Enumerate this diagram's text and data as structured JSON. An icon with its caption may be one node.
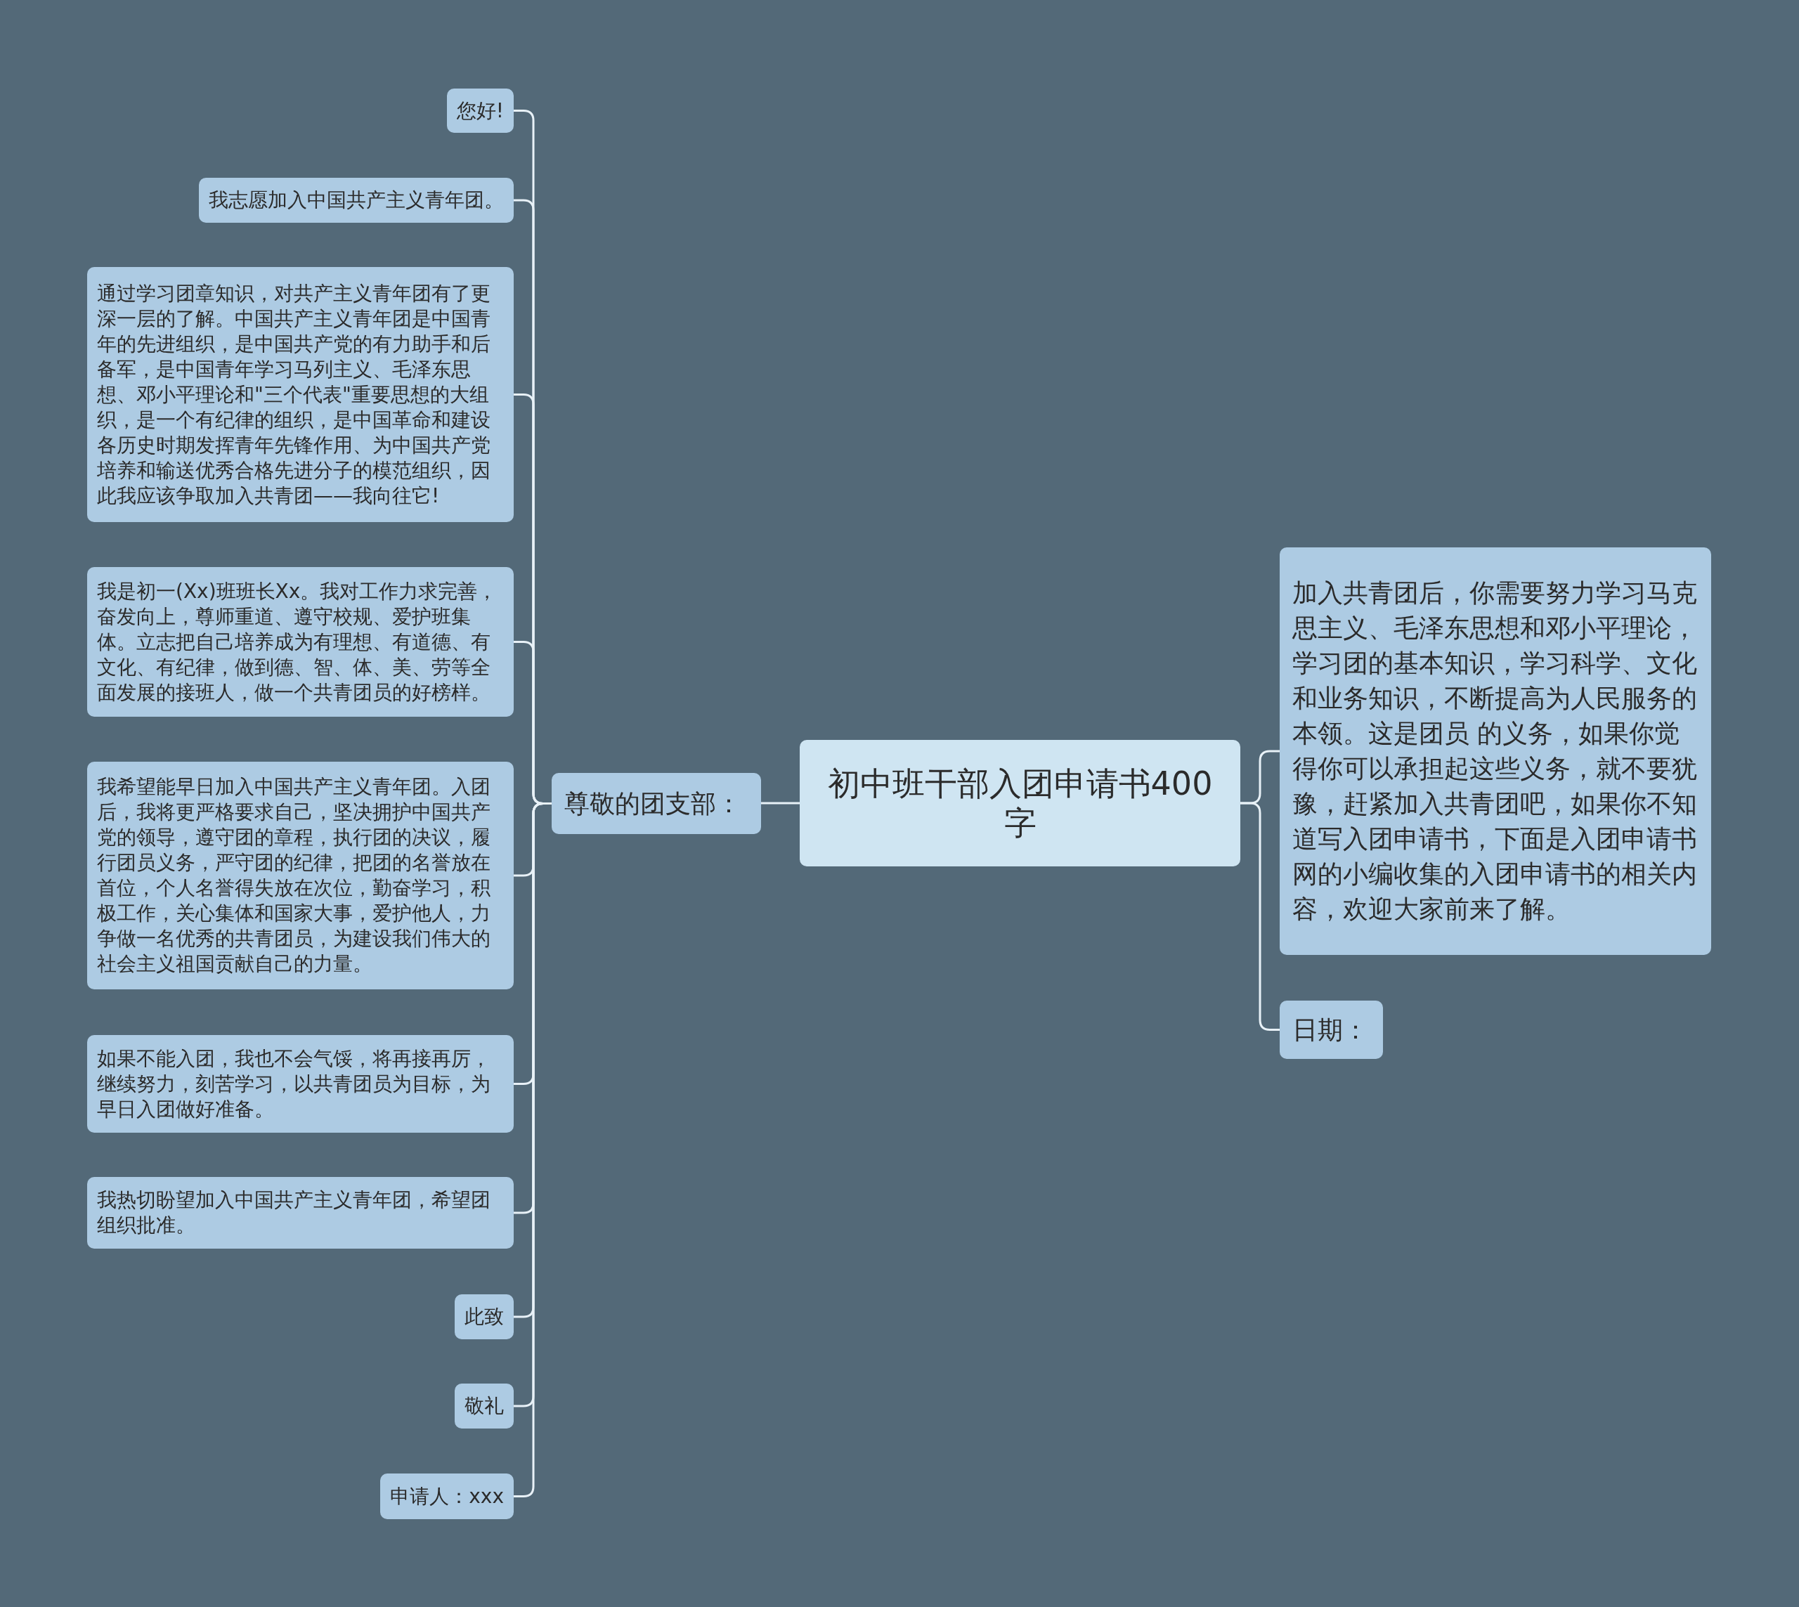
{
  "diagram": {
    "nodes": [
      {
        "text": [
          "初中班干部入团申请书400字"
        ]
      },
      {
        "text": [
          "尊敬的团支部："
        ]
      },
      {
        "text": [
          "您好!"
        ]
      },
      {
        "text": [
          "我志愿加入中国共产主义青年团。"
        ]
      },
      {
        "text": [
          "通过学习团章知识，对共产主义青年团有了更深一层的了解。中国共产主义青年团是中国青年的先进组织，是中国共产党的有力助手和后备军，是中国青年学习马列主义、毛泽东思想、邓小平理论和\"三个代表\"重要思想的大组织，是一个有纪律的组织，是中国革命和建设各历史时期发挥青年先锋作用、为中国共产党培养和输送优秀合格先进分子的模范组织，因此我应该争取加入共青团——我向往它!"
        ]
      },
      {
        "text": [
          "我是初一(Xx)班班长Xx。我对工作力求完善，奋发向上，尊师重道、遵守校规、爱护班集体。立志把自己培养成为有理想、有道德、有文化、有纪律，做到德、智、体、美、劳等全面发展的接班人，做一个共青团员的好榜样。"
        ]
      },
      {
        "text": [
          "我希望能早日加入中国共产主义青年团。入团后，我将更严格要求自己，坚决拥护中国共产党的领导，遵守团的章程，执行团的决议，履行团员义务，严守团的纪律，把团的名誉放在首位，个人名誉得失放在次位，勤奋学习，积极工作，关心集体和国家大事，爱护他人，力争做一名优秀的共青团员，为建设我们伟大的社会主义祖国贡献自己的力量。"
        ]
      },
      {
        "text": [
          "如果不能入团，我也不会气馁，将再接再厉，继续努力，刻苦学习，以共青团员为目标，为早日入团做好准备。"
        ]
      },
      {
        "text": [
          "我热切盼望加入中国共产主义青年团，希望团组织批准。"
        ]
      },
      {
        "text": [
          "此致"
        ]
      },
      {
        "text": [
          "敬礼"
        ]
      },
      {
        "text": [
          "申请人：xxx"
        ]
      },
      {
        "text": [
          "加入共青团后，你需要努力学习马克思主义、毛泽东思想和邓小平理论，学习团的基本知识，学习科学、文化和业务知识，不断提高为人民服务的本领。这是团员 的义务，如果你觉得你可以承担起这些义务，就不要犹豫，赶紧加入共青团吧，如果你不知道写入团申请书，下面是入团申请书网的小编收集的入团申请书的相关内容，欢迎大家前来了解。"
        ]
      },
      {
        "text": [
          "日期："
        ]
      }
    ],
    "edges": [
      {
        "from": 0,
        "to": 1,
        "arrow": "none"
      },
      {
        "from": 1,
        "to": 2,
        "arrow": "none"
      },
      {
        "from": 1,
        "to": 3,
        "arrow": "none"
      },
      {
        "from": 1,
        "to": 4,
        "arrow": "none"
      },
      {
        "from": 1,
        "to": 5,
        "arrow": "none"
      },
      {
        "from": 1,
        "to": 6,
        "arrow": "none"
      },
      {
        "from": 1,
        "to": 7,
        "arrow": "none"
      },
      {
        "from": 1,
        "to": 8,
        "arrow": "none"
      },
      {
        "from": 1,
        "to": 9,
        "arrow": "none"
      },
      {
        "from": 1,
        "to": 10,
        "arrow": "none"
      },
      {
        "from": 1,
        "to": 11,
        "arrow": "none"
      },
      {
        "from": 0,
        "to": 12,
        "arrow": "none"
      },
      {
        "from": 0,
        "to": 13,
        "arrow": "none"
      }
    ]
  }
}
